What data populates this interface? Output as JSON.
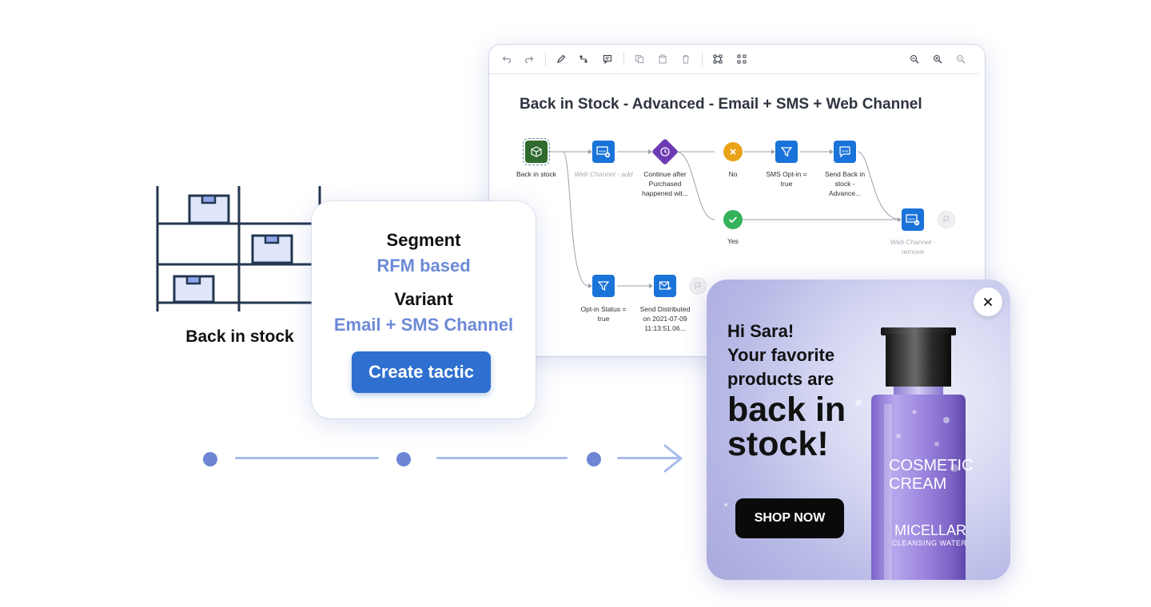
{
  "shelf": {
    "label": "Back in stock"
  },
  "canvas": {
    "title": "Back in Stock - Advanced - Email + SMS + Web Channel",
    "toolbar": [
      "undo-icon",
      "redo-icon",
      "edit-icon",
      "connect-icon",
      "comment-icon",
      "copy-icon",
      "paste-icon",
      "delete-icon",
      "group-icon",
      "ungroup-icon",
      "zoom-out-icon",
      "zoom-in-icon",
      "zoom-reset-icon"
    ],
    "nodes": {
      "start": "Back in stock",
      "web_add": "Web Channel - add",
      "wait_line1": "Continue after",
      "wait_line2": "Purchased",
      "wait_line3": "happened wit...",
      "no": "No",
      "yes": "Yes",
      "sms_optin_line1": "SMS Opt-in =",
      "sms_optin_line2": "true",
      "send_sms_line1": "Send Back in",
      "send_sms_line2": "stock -",
      "send_sms_line3": "Advance...",
      "web_remove": "Web Channel - remove",
      "optin_line1": "Opt-in Status =",
      "optin_line2": "true",
      "send_dist_line1": "Send Distributed",
      "send_dist_line2": "on 2021-07-09",
      "send_dist_line3": "11:13:51.06..."
    }
  },
  "segment_card": {
    "segment_label": "Segment",
    "segment_value": "RFM based",
    "variant_label": "Variant",
    "variant_value": "Email + SMS Channel",
    "button": "Create tactic"
  },
  "promo": {
    "line1": "Hi Sara!",
    "line2": "Your favorite",
    "line3": "products are",
    "big1": "back in",
    "big2": "stock!",
    "button": "SHOP NOW",
    "bottle_text1": "COSMETIC",
    "bottle_text2": "CREAM",
    "bottle_text3": "MICELLAR",
    "bottle_text4": "CLEANSING WATER"
  },
  "colors": {
    "primary_blue": "#1a73d9",
    "button_blue": "#2f6fcf",
    "accent_lavender": "#6c8ad6",
    "node_green": "#2f6b2f",
    "node_purple": "#6d3bb3",
    "node_orange": "#e9a319"
  }
}
